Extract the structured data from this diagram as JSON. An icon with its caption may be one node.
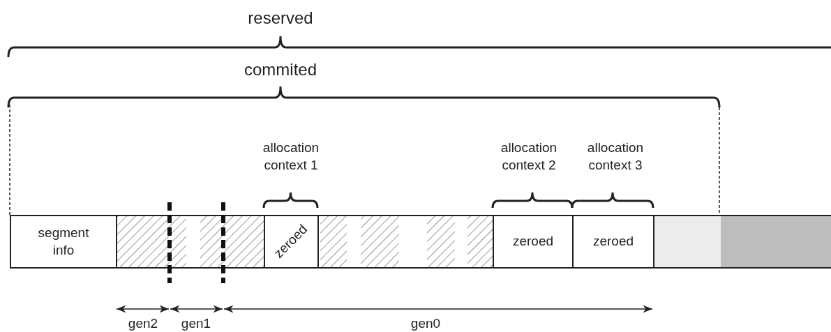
{
  "diagram": {
    "nodes": [
      {
        "text": [
          "segment info"
        ]
      },
      {
        "text": [],
        "shape": "box"
      },
      {
        "text": [
          "zeroed"
        ]
      },
      {
        "text": [],
        "shape": "box"
      },
      {
        "text": [
          "zeroed"
        ]
      },
      {
        "text": [
          "zeroed"
        ]
      },
      {
        "text": [],
        "shape": "box"
      },
      {
        "text": [],
        "shape": "box"
      }
    ],
    "labels": [
      "reserved",
      "commited",
      "allocation context 1",
      "allocation context 2",
      "allocation context 3",
      "gen2",
      "gen1",
      "gen0"
    ]
  }
}
